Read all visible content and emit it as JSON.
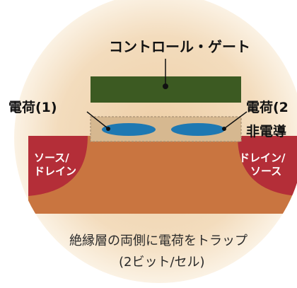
{
  "diagram": {
    "gate_label": "コントロール・ゲート",
    "charge_left_label": "電荷(1)",
    "charge_right_label": "電荷(2",
    "insulator_label": "非電導",
    "source_drain_left_line1": "ソース/",
    "source_drain_left_line2": "ドレイン",
    "source_drain_right_line1": "ドレイン/",
    "source_drain_right_line2": "ソース",
    "caption_line1": "絶縁層の両側に電荷をトラップ",
    "caption_line2": "(2ビット/セル)"
  },
  "colors": {
    "background_outer": "#fbf2e4",
    "background_inner": "#eecfa7",
    "gate": "#3c5a22",
    "insulator": "#d6b890",
    "charge": "#1e78b2",
    "substrate": "#c97540",
    "source_drain": "#b42e38"
  }
}
